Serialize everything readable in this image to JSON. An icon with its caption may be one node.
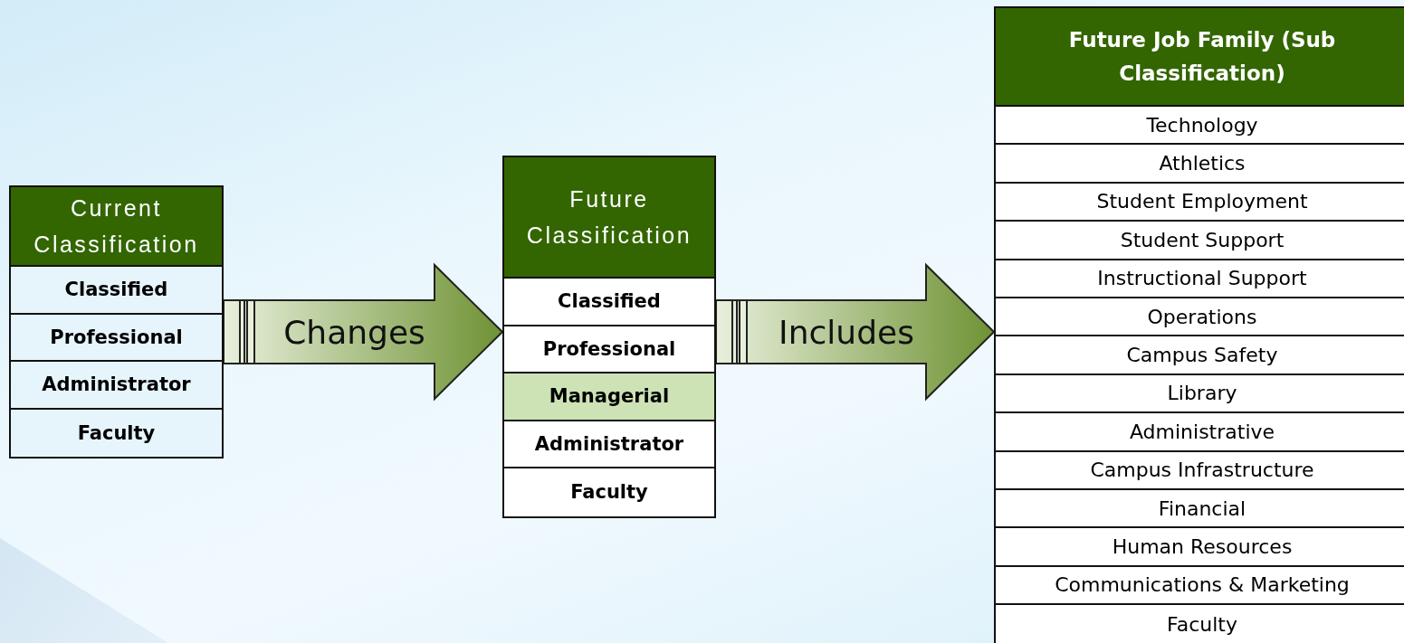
{
  "diagram": {
    "nodes": [
      {
        "text": [
          "Current Classification"
        ]
      },
      {
        "text": [
          "Classified"
        ],
        "in": 0
      },
      {
        "text": [
          "Professional"
        ],
        "in": 0
      },
      {
        "text": [
          "Administrator"
        ],
        "in": 0
      },
      {
        "text": [
          "Faculty"
        ],
        "in": 0
      },
      {
        "text": [
          "Future Classification"
        ]
      },
      {
        "text": [
          "Classified"
        ],
        "in": 5
      },
      {
        "text": [
          "Professional"
        ],
        "in": 5
      },
      {
        "text": [
          "Managerial"
        ],
        "in": 5
      },
      {
        "text": [
          "Administrator"
        ],
        "in": 5
      },
      {
        "text": [
          "Faculty"
        ],
        "in": 5
      },
      {
        "text": [
          "Future Job Family (Sub Classification)"
        ]
      },
      {
        "text": [
          "Technology"
        ],
        "in": 11
      },
      {
        "text": [
          "Athletics"
        ],
        "in": 11
      },
      {
        "text": [
          "Student Employment"
        ],
        "in": 11
      },
      {
        "text": [
          "Student Support"
        ],
        "in": 11
      },
      {
        "text": [
          "Instructional Support"
        ],
        "in": 11
      },
      {
        "text": [
          "Operations"
        ],
        "in": 11
      },
      {
        "text": [
          "Campus Safety"
        ],
        "in": 11
      },
      {
        "text": [
          "Library"
        ],
        "in": 11
      },
      {
        "text": [
          "Administrative"
        ],
        "in": 11
      },
      {
        "text": [
          "Campus Infrastructure"
        ],
        "in": 11
      },
      {
        "text": [
          "Financial"
        ],
        "in": 11
      },
      {
        "text": [
          "Human Resources"
        ],
        "in": 11
      },
      {
        "text": [
          "Communications & Marketing"
        ],
        "in": 11
      },
      {
        "text": [
          "Faculty"
        ],
        "in": 11
      }
    ],
    "edges": [
      {
        "from": 0,
        "to": 5,
        "arrow": "to",
        "label": "Changes"
      },
      {
        "from": 5,
        "to": 11,
        "arrow": "to",
        "label": "Includes"
      }
    ]
  }
}
